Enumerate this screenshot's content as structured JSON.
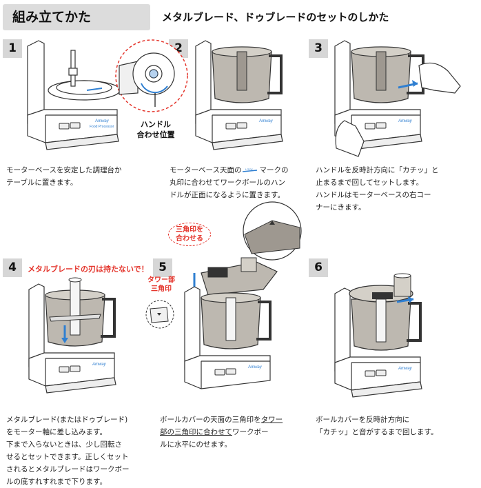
{
  "header": {
    "title": "組み立てかた",
    "subtitle": "メタルブレード、ドゥブレードのセットのしかた"
  },
  "steps": [
    {
      "number": "1",
      "lines": [
        "モーターベースを安定した調理台か",
        "テーブルに置きます。"
      ]
    },
    {
      "number": "2",
      "lines": [
        "モーターベース天面の",
        "マークの",
        "丸印に合わせてワークボールのハン",
        "ドルが正面になるように置きます。"
      ],
      "callout": [
        "ハンドル",
        "合わせ位置"
      ]
    },
    {
      "number": "3",
      "lines": [
        "ハンドルを反時計方向に「カチッ」と",
        "止まるまで回してセットします。",
        "ハンドルはモーターベースの右コー",
        "ナーにきます。"
      ]
    },
    {
      "number": "4",
      "warning": "メタルブレードの刃は持たないで！",
      "lines": [
        "メタルブレード(またはドゥブレード)",
        "をモーター軸に差し込みます。",
        "下まで入らないときは、少し回転さ",
        "せるとセットできます。正しくセット",
        "されるとメタルブレードはワークボー",
        "ルの底すれすれまで下ります。"
      ]
    },
    {
      "number": "5",
      "callout_top": [
        "三角印を",
        "合わせる"
      ],
      "callout_left": [
        "タワー部",
        "三角印"
      ],
      "lines": [
        "ボールカバーの天面の三角印を",
        "タワー",
        "部の三角印に合わせて",
        "ワークボー",
        "ルに水平にのせます。"
      ]
    },
    {
      "number": "6",
      "lines": [
        "ボールカバーを反時計方向に",
        "「カチッ」と音がするまで回します。"
      ]
    }
  ],
  "device": {
    "brand_top": "Amway",
    "brand_sub": "Food Processor",
    "lock_label": "LOCK"
  },
  "colors": {
    "accent_red": "#e4342b",
    "arrow_blue": "#2f7fd1",
    "header_gray": "#dcdcdc"
  }
}
